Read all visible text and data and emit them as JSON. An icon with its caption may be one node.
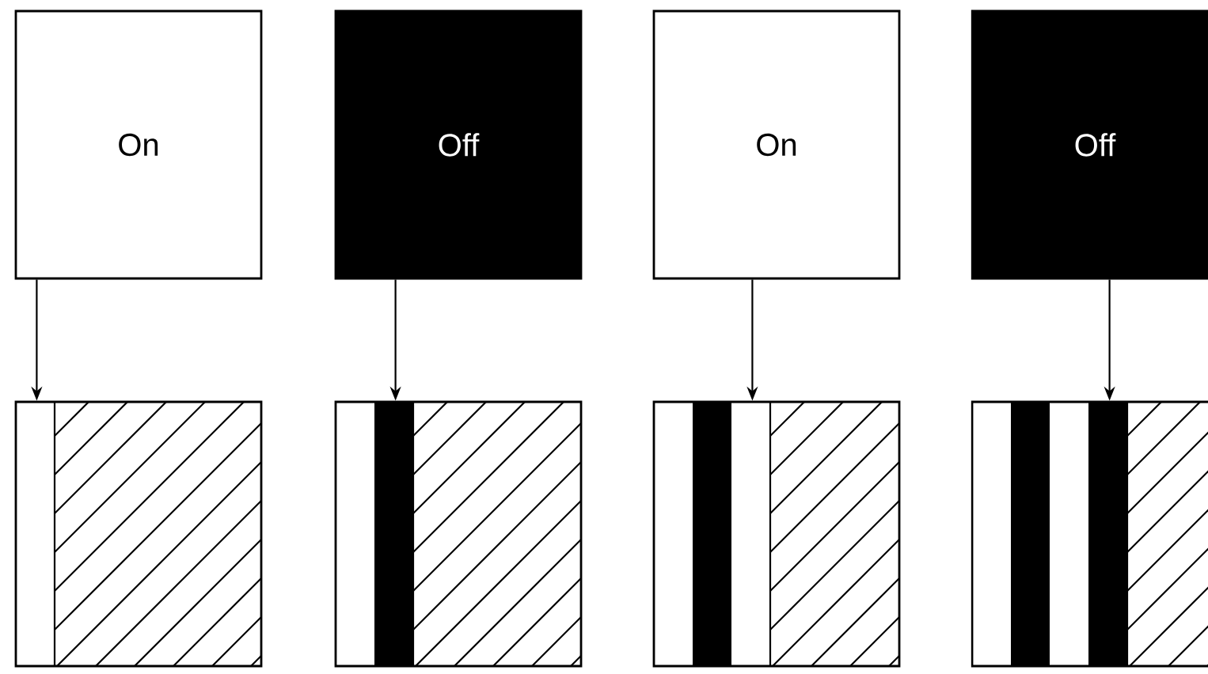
{
  "diagram": {
    "nodes": [
      {
        "text": [
          "On"
        ]
      },
      {
        "text": [
          "Off"
        ]
      },
      {
        "text": [
          "On"
        ]
      },
      {
        "text": [
          "Off"
        ]
      },
      {
        "text": [],
        "shape": "box"
      },
      {
        "text": [],
        "shape": "box"
      },
      {
        "text": [],
        "shape": "box"
      },
      {
        "text": [],
        "shape": "box"
      }
    ],
    "edges": [
      {
        "from": 0,
        "to": 4,
        "arrow": "to"
      },
      {
        "from": 1,
        "to": 5,
        "arrow": "to"
      },
      {
        "from": 2,
        "to": 6,
        "arrow": "to"
      },
      {
        "from": 3,
        "to": 7,
        "arrow": "to"
      }
    ]
  }
}
